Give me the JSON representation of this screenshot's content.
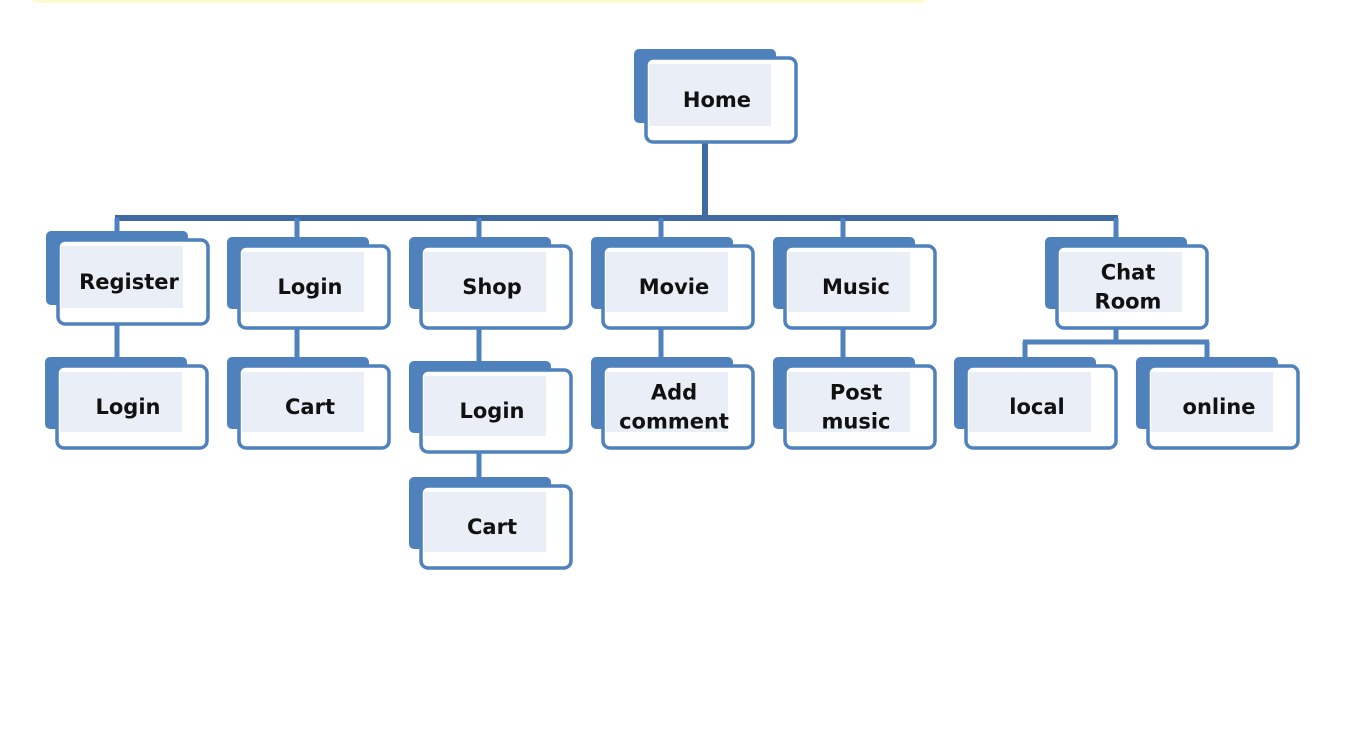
{
  "diagram": {
    "nodes": {
      "home": [
        "Home"
      ],
      "register": [
        "Register"
      ],
      "register_login": [
        "Login"
      ],
      "login": [
        "Login"
      ],
      "login_cart": [
        "Cart"
      ],
      "shop": [
        "Shop"
      ],
      "shop_login": [
        "Login"
      ],
      "shop_cart": [
        "Cart"
      ],
      "movie": [
        "Movie"
      ],
      "movie_add_comment": [
        "Add",
        "comment"
      ],
      "music": [
        "Music"
      ],
      "music_post": [
        "Post",
        "music"
      ],
      "chat_room": [
        "Chat",
        "Room"
      ],
      "chat_local": [
        "local"
      ],
      "chat_online": [
        "online"
      ]
    },
    "colors": {
      "box_fill": "#4f81bd",
      "box_outline": "#4f81bd",
      "inner_fill": "#e9eef7",
      "connector": "#3f6aa2",
      "text": "#111111"
    }
  }
}
